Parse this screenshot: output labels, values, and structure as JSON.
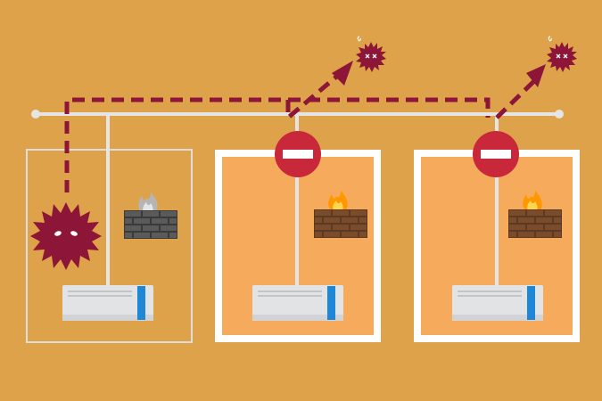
{
  "colors": {
    "background": "#dea24a",
    "network_line": "#e5e5e5",
    "infection_path": "#8c1538",
    "virus": "#8c1538",
    "zone_fill": "#f6aa5c",
    "zone_border": "#ffffff",
    "unprotected_zone_border": "#dddddd",
    "block_sign": "#c8283a",
    "firewall_active_brick": "#7a4c2c",
    "firewall_inactive_brick": "#555555",
    "flame_active": "#ffc107",
    "flame_inactive": "#cfcfcf",
    "server_body": "#e2e3e5",
    "server_led": "#1e88d6"
  },
  "icons": {
    "threat": "virus-icon",
    "blocked": "no-entry-icon",
    "firewall": "firewall-icon",
    "server": "server-icon"
  },
  "zones": [
    {
      "id": "zone-1",
      "protected": false,
      "firewall_active": false,
      "infected": true
    },
    {
      "id": "zone-2",
      "protected": true,
      "firewall_active": true,
      "infected": false
    },
    {
      "id": "zone-3",
      "protected": true,
      "firewall_active": true,
      "infected": false
    }
  ]
}
